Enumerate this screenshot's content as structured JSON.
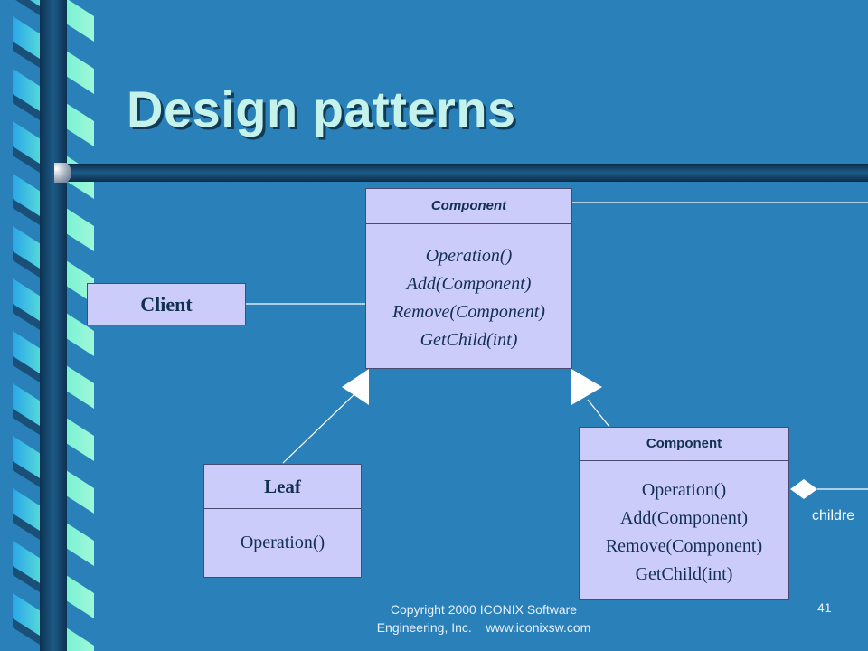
{
  "slide": {
    "title": "Design patterns",
    "footer_line1": "Copyright 2000 ICONIX Software",
    "footer_line2": "Engineering, Inc.    www.iconixsw.com",
    "page_number": "41"
  },
  "diagram": {
    "client": {
      "name": "Client"
    },
    "component_abstract": {
      "name": "Component",
      "operations": [
        "Operation()",
        "Add(Component)",
        "Remove(Component)",
        "GetChild(int)"
      ]
    },
    "leaf": {
      "name": "Leaf",
      "operations": [
        "Operation()"
      ]
    },
    "composite": {
      "name": "Component",
      "operations": [
        "Operation()",
        "Add(Component)",
        "Remove(Component)",
        "GetChild(int)"
      ]
    },
    "aggregation_label": "childre"
  },
  "colors": {
    "background": "#2a80b9",
    "class_fill": "#ccccfa",
    "title": "#c6f2ec",
    "ribbon_light": "#7ef5cf",
    "ribbon_dark": "#1a4f78"
  }
}
